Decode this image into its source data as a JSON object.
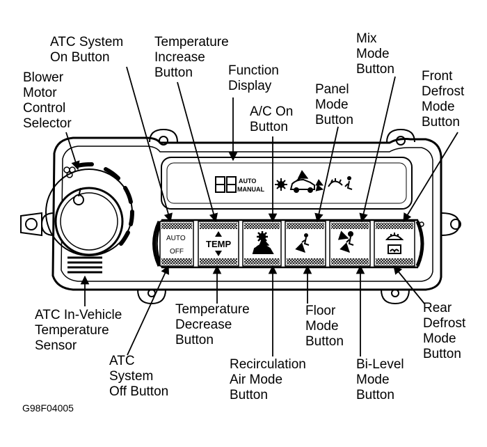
{
  "labels": {
    "atc_on": [
      "ATC System",
      "On Button"
    ],
    "temp_increase": [
      "Temperature",
      "Increase",
      "Button"
    ],
    "function_display": [
      "Function",
      "Display"
    ],
    "mix_mode": [
      "Mix",
      "Mode",
      "Button"
    ],
    "panel_mode": [
      "Panel",
      "Mode",
      "Button"
    ],
    "blower_motor": [
      "Blower",
      "Motor",
      "Control",
      "Selector"
    ],
    "ac_on": [
      "A/C On",
      "Button"
    ],
    "front_defrost": [
      "Front",
      "Defrost",
      "Mode",
      "Button"
    ],
    "atc_sensor": [
      "ATC In-Vehicle",
      "Temperature",
      "Sensor"
    ],
    "temp_decrease": [
      "Temperature",
      "Decrease",
      "Button"
    ],
    "floor_mode": [
      "Floor",
      "Mode",
      "Button"
    ],
    "rear_defrost": [
      "Rear",
      "Defrost",
      "Mode",
      "Button"
    ],
    "atc_off": [
      "ATC",
      "System",
      "Off Button"
    ],
    "recirculation": [
      "Recirculation",
      "Air Mode",
      "Button"
    ],
    "bilevel": [
      "Bi-Level",
      "Mode",
      "Button"
    ]
  },
  "panel_text": {
    "auto": "AUTO",
    "off": "OFF",
    "temp": "TEMP",
    "display_auto": "AUTO",
    "display_manual": "MANUAL",
    "display_digits": "88"
  },
  "figure_id": "G98F04005"
}
